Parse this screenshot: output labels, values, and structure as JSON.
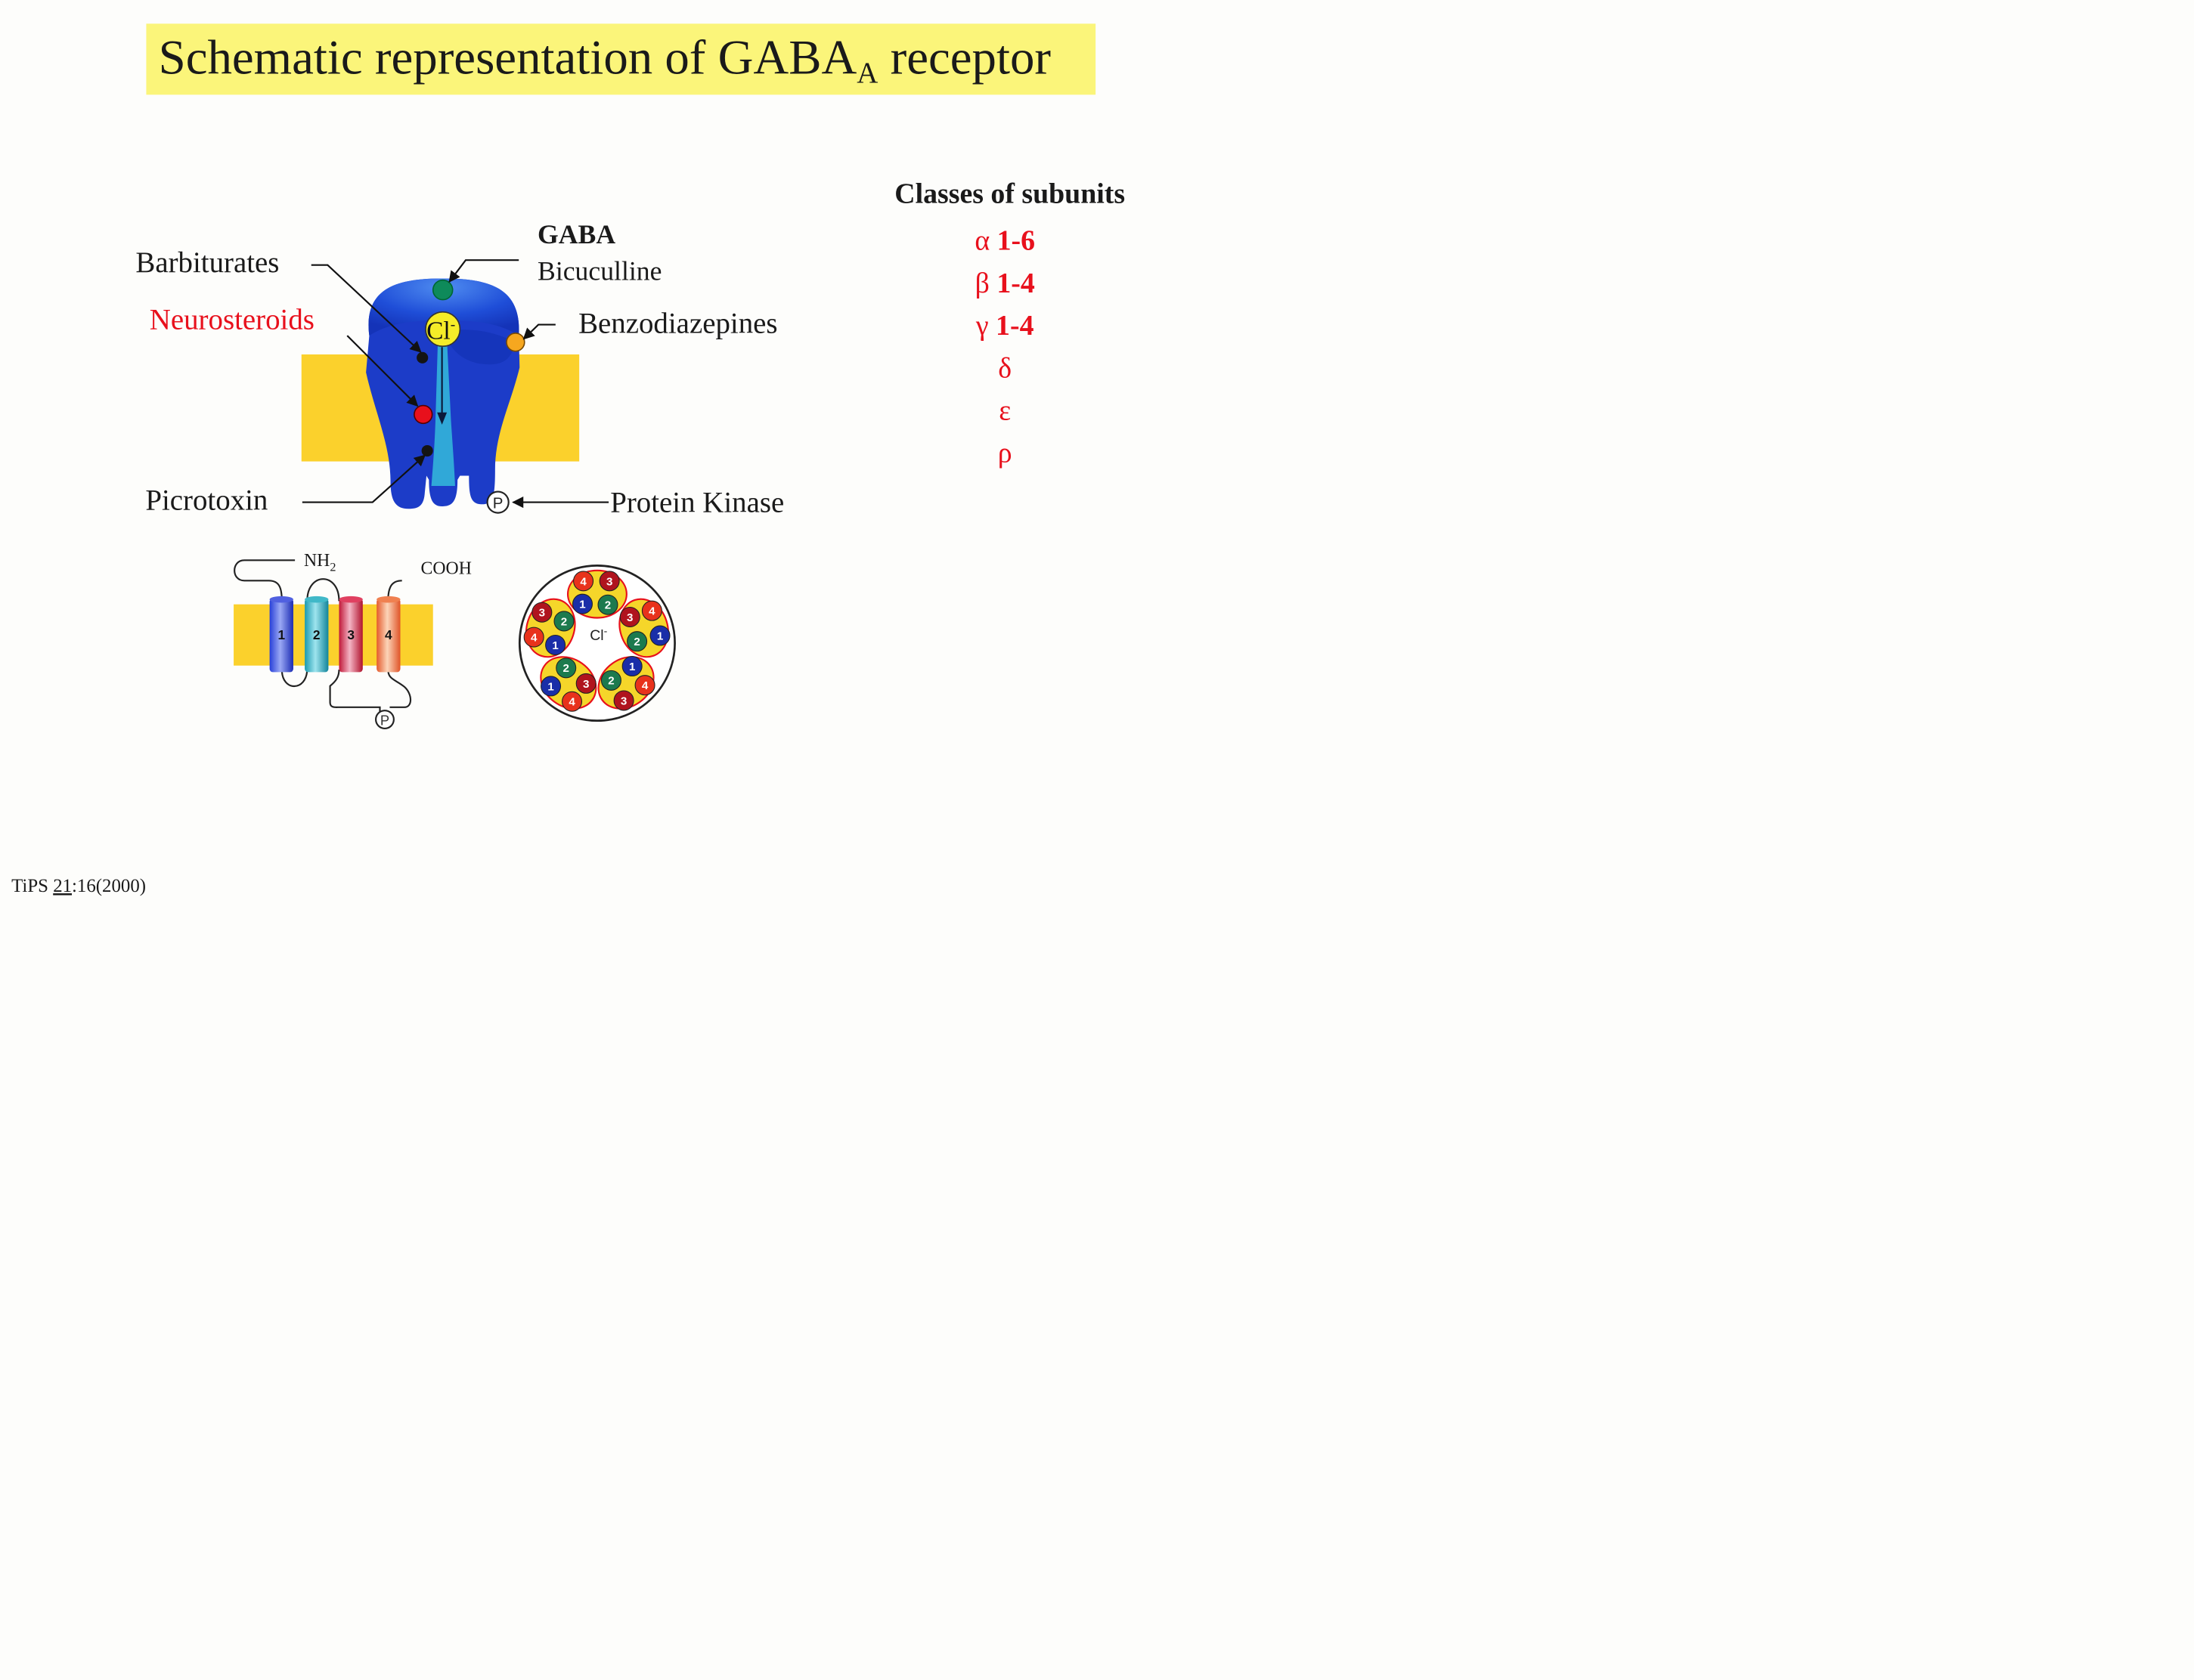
{
  "title": {
    "main": "Schematic representation of GABA",
    "subscript": "A",
    "rest": " receptor"
  },
  "labels": {
    "gaba": "GABA",
    "bicuculline": "Bicuculline",
    "barbiturates": "Barbiturates",
    "neurosteroids": "Neurosteroids",
    "benzodiazepines": "Benzodiazepines",
    "picrotoxin": "Picrotoxin",
    "protein_kinase": "Protein Kinase",
    "cl_ion": "Cl",
    "cl_charge": "-",
    "phospho": "P",
    "nh2": "NH",
    "nh2_sub": "2",
    "cooh": "COOH",
    "pore_cl": "Cl",
    "pore_charge": "-"
  },
  "tm_segments": [
    "1",
    "2",
    "3",
    "4"
  ],
  "classes": {
    "heading": "Classes of subunits",
    "items": [
      {
        "symbol": "α",
        "range": "1-6"
      },
      {
        "symbol": "β",
        "range": "1-4"
      },
      {
        "symbol": "γ",
        "range": "1-4"
      },
      {
        "symbol": "δ",
        "range": ""
      },
      {
        "symbol": "ε",
        "range": ""
      },
      {
        "symbol": "ρ",
        "range": ""
      }
    ]
  },
  "rosette": [
    {
      "a": "4",
      "b": "3",
      "c": "1",
      "d": "2"
    },
    {
      "a": "4",
      "b": "1",
      "c": "3",
      "d": "2"
    },
    {
      "a": "4",
      "b": "3",
      "c": "1",
      "d": "2"
    },
    {
      "a": "4",
      "b": "1",
      "c": "3",
      "d": "2"
    },
    {
      "a": "4",
      "b": "3",
      "c": "1",
      "d": "2"
    }
  ],
  "citation": {
    "journal": "TiPS ",
    "volume": "21",
    "pages": ":16(2000)"
  },
  "colors": {
    "title_bg": "#fbf57a",
    "membrane": "#fbd12c",
    "receptor_blue": "#1838c8",
    "channel": "#30a8d8",
    "red_text": "#e8101c",
    "gaba_site": "#0e8a5a",
    "benzo_site": "#f6a71f",
    "neuro_site": "#e8101c",
    "cl_ball": "#f5ec28"
  }
}
